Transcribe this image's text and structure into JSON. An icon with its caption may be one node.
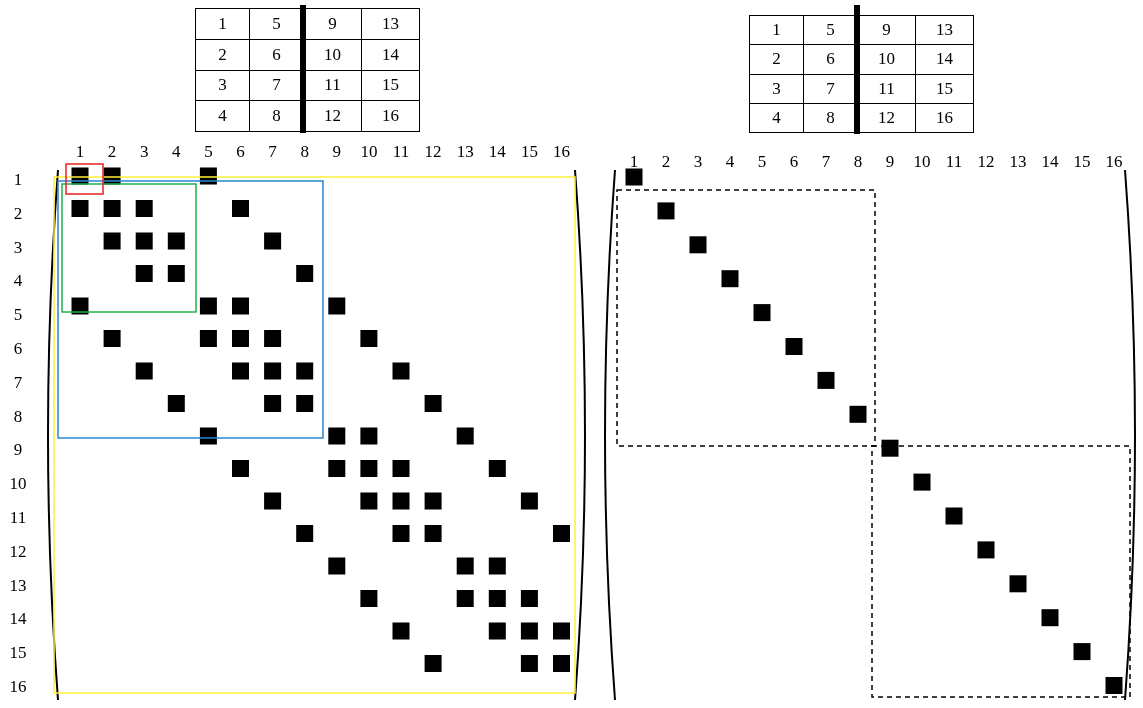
{
  "diagram": {
    "labels": [
      "1",
      "5",
      "9",
      "13",
      "2",
      "6",
      "10",
      "14",
      "3",
      "7",
      "11",
      "15",
      "4",
      "8",
      "12",
      "16",
      "1",
      "5",
      "9",
      "13",
      "2",
      "6",
      "10",
      "14",
      "3",
      "7",
      "11",
      "15",
      "4",
      "8",
      "12",
      "16",
      "1",
      "2",
      "3",
      "4",
      "5",
      "6",
      "7",
      "8",
      "9",
      "10",
      "11",
      "12",
      "13",
      "14",
      "15",
      "16",
      "1",
      "2",
      "3",
      "4",
      "5",
      "6",
      "7",
      "8",
      "9",
      "10",
      "11",
      "12",
      "13",
      "14",
      "15",
      "16",
      "1",
      "2",
      "3",
      "4",
      "5",
      "6",
      "7",
      "8",
      "9",
      "10",
      "11",
      "12",
      "13",
      "14",
      "15",
      "16"
    ]
  }
}
